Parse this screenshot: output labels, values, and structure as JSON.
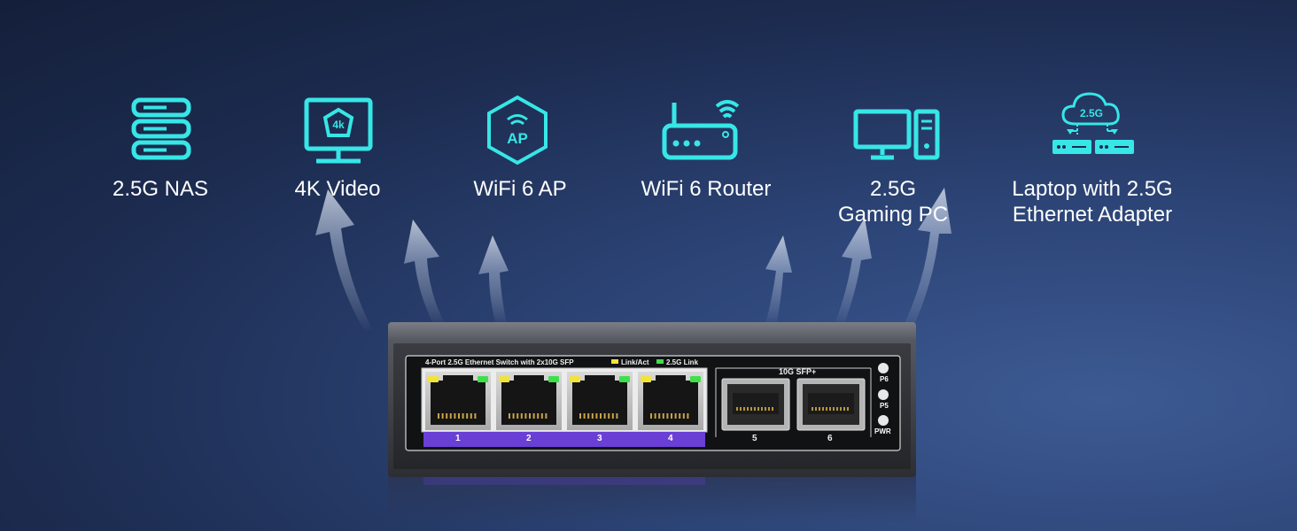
{
  "devices": [
    {
      "label_lines": [
        "2.5G NAS"
      ],
      "icon": "nas-server-icon"
    },
    {
      "label_lines": [
        "4K Video"
      ],
      "icon": "monitor-4k-icon"
    },
    {
      "label_lines": [
        "WiFi 6 AP"
      ],
      "icon": "access-point-icon",
      "badge": "AP"
    },
    {
      "label_lines": [
        "WiFi 6 Router"
      ],
      "icon": "router-icon"
    },
    {
      "label_lines": [
        "2.5G",
        "Gaming PC"
      ],
      "icon": "desktop-pc-icon"
    },
    {
      "label_lines": [
        "Laptop with 2.5G",
        "Ethernet Adapter"
      ],
      "icon": "cloud-network-icon",
      "badge": "2.5G"
    }
  ],
  "monitor_badge": "4k",
  "switch": {
    "title": "4-Port 2.5G Ethernet Switch with 2x10G SFP",
    "legend_link_act": "Link/Act",
    "legend_link_25": "2.5G Link",
    "sfp_title": "10G SFP+",
    "ports": [
      "1",
      "2",
      "3",
      "4"
    ],
    "sfp_ports": [
      "5",
      "6"
    ],
    "leds": [
      "P6",
      "P5",
      "PWR"
    ]
  },
  "colors": {
    "icon_cyan": "#37e6e6",
    "port_strip": "#6a3fd6",
    "led_yellow": "#f2e33a",
    "led_green": "#3ee04a"
  }
}
